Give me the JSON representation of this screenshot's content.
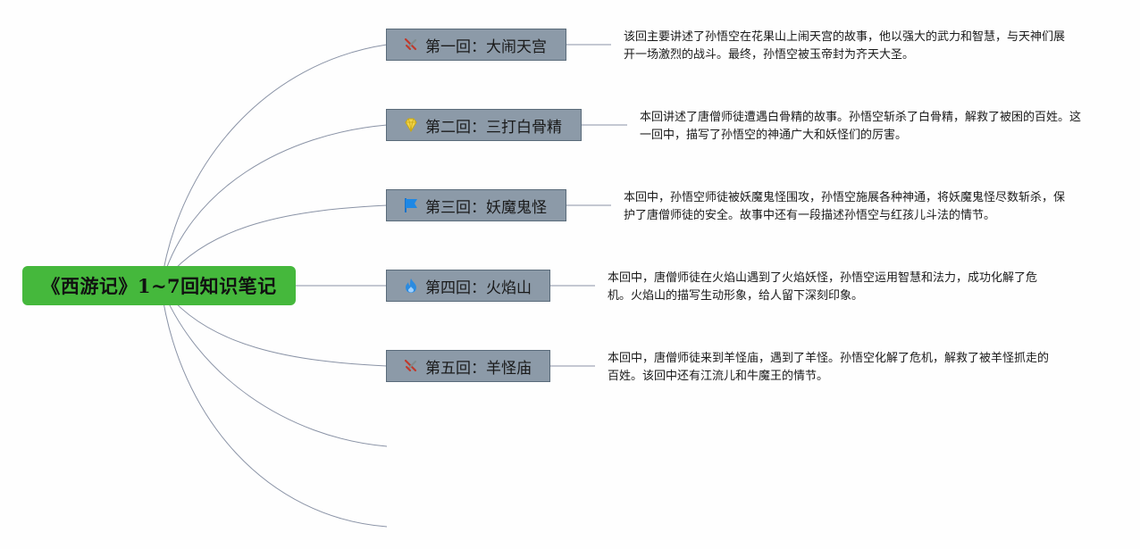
{
  "root": {
    "title": "《西游记》1~7回知识笔记",
    "color": "#45b83c"
  },
  "topics": [
    {
      "label": "第一回：大闹天宫",
      "icon": "swords-icon",
      "note": "该回主要讲述了孙悟空在花果山上闹天宫的故事，他以强大的武力和智慧，与天神们展开一场激烈的战斗。最终，孙悟空被玉帝封为齐天大圣。"
    },
    {
      "label": "第二回：三打白骨精",
      "icon": "diamond-icon",
      "note": "本回讲述了唐僧师徒遭遇白骨精的故事。孙悟空斩杀了白骨精，解救了被困的百姓。这一回中，描写了孙悟空的神通广大和妖怪们的厉害。"
    },
    {
      "label": "第三回：妖魔鬼怪",
      "icon": "flag-icon",
      "note": "本回中，孙悟空师徒被妖魔鬼怪围攻，孙悟空施展各种神通，将妖魔鬼怪尽数斩杀，保护了唐僧师徒的安全。故事中还有一段描述孙悟空与红孩儿斗法的情节。"
    },
    {
      "label": "第四回：火焰山",
      "icon": "flame-icon",
      "note": "本回中，唐僧师徒在火焰山遇到了火焰妖怪，孙悟空运用智慧和法力，成功化解了危机。火焰山的描写生动形象，给人留下深刻印象。"
    },
    {
      "label": "第五回：羊怪庙",
      "icon": "swords-icon",
      "note": "本回中，唐僧师徒来到羊怪庙，遇到了羊怪。孙悟空化解了危机，解救了被羊怪抓走的百姓。该回中还有江流儿和牛魔王的情节。"
    }
  ],
  "colors": {
    "topic_fill": "#8c9aa8",
    "topic_border": "#5a6b7a",
    "connector": "#8a93a6"
  }
}
